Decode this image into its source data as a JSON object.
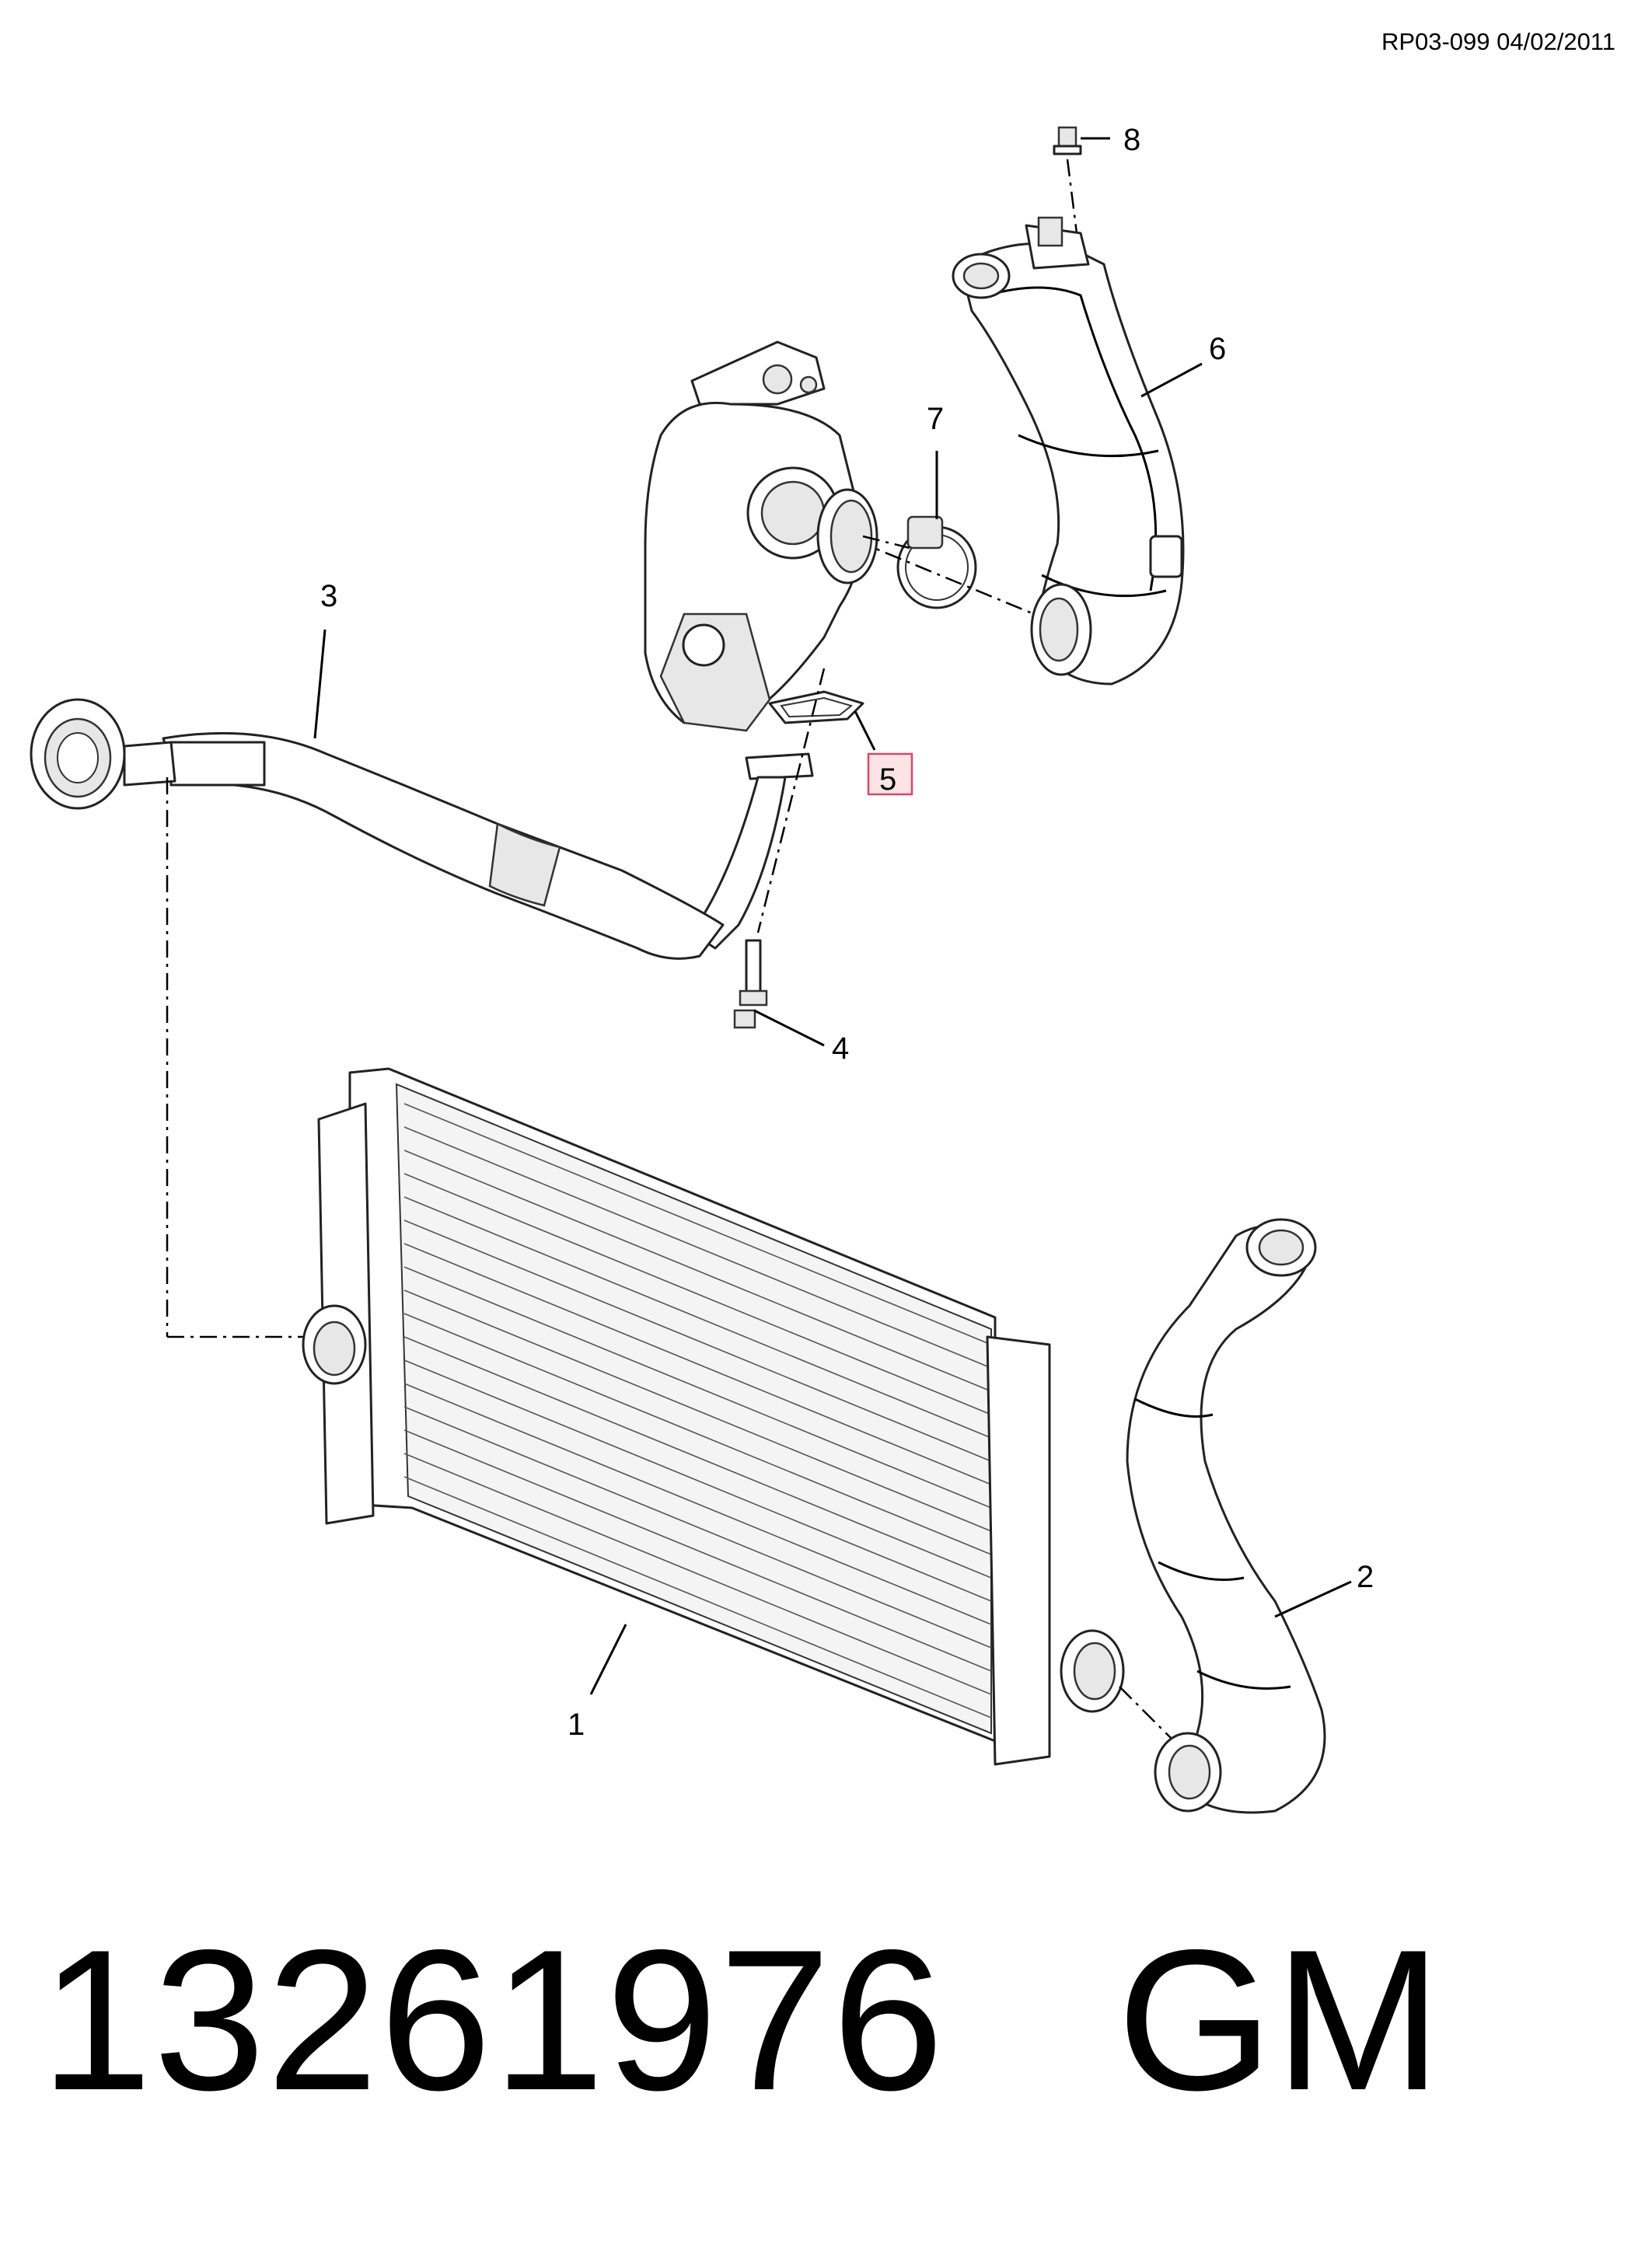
{
  "header": {
    "reference": "RP03-099 04/02/2011"
  },
  "callouts": [
    {
      "id": "1",
      "label": "1"
    },
    {
      "id": "2",
      "label": "2"
    },
    {
      "id": "3",
      "label": "3"
    },
    {
      "id": "4",
      "label": "4"
    },
    {
      "id": "5",
      "label": "5",
      "highlighted": true
    },
    {
      "id": "6",
      "label": "6"
    },
    {
      "id": "7",
      "label": "7"
    },
    {
      "id": "8",
      "label": "8"
    }
  ],
  "footer": {
    "part_number": "13261976   GM"
  },
  "colors": {
    "highlight_fill": "#fbe3e6",
    "highlight_border": "#d9476a",
    "ink": "#000000"
  }
}
